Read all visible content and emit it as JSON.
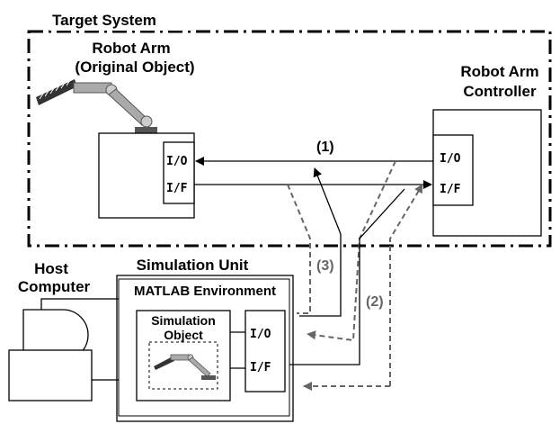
{
  "target_system": {
    "title": "Target System"
  },
  "robot_arm": {
    "line1": "Robot Arm",
    "line2": "(Original Object)"
  },
  "controller": {
    "line1": "Robot Arm",
    "line2": "Controller"
  },
  "host": {
    "line1": "Host",
    "line2": "Computer"
  },
  "sim_unit": {
    "title": "Simulation Unit",
    "env": "MATLAB Environment"
  },
  "sim_object": {
    "line1": "Simulation",
    "line2": "Object"
  },
  "io": {
    "io": "I/O",
    "if": "I/F"
  },
  "paths": {
    "p1": "(1)",
    "p2": "(2)",
    "p3": "(3)"
  },
  "colors": {
    "line": "#000000",
    "dashed": "#666666",
    "arm": "#aaaaaa",
    "base": "#555555"
  }
}
